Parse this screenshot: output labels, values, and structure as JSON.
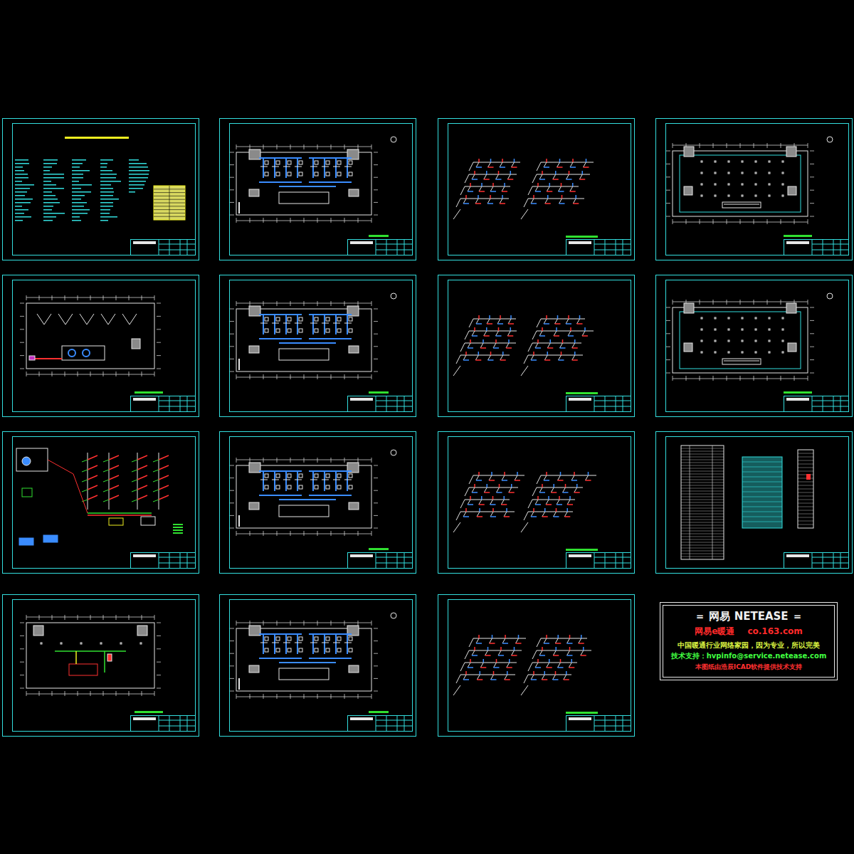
{
  "diagram": {
    "nodes": [
      {
        "text": [
          "＝ 网易 NETEASE ＝",
          "网易e暖通",
          "co.163.com",
          "中国暖通行业网络家园，因为专业，所以完美",
          "技术支持：hvpinfo@service.netease.com",
          "本图纸由浩辰ICAD软件提供技术支持"
        ]
      }
    ]
  }
}
